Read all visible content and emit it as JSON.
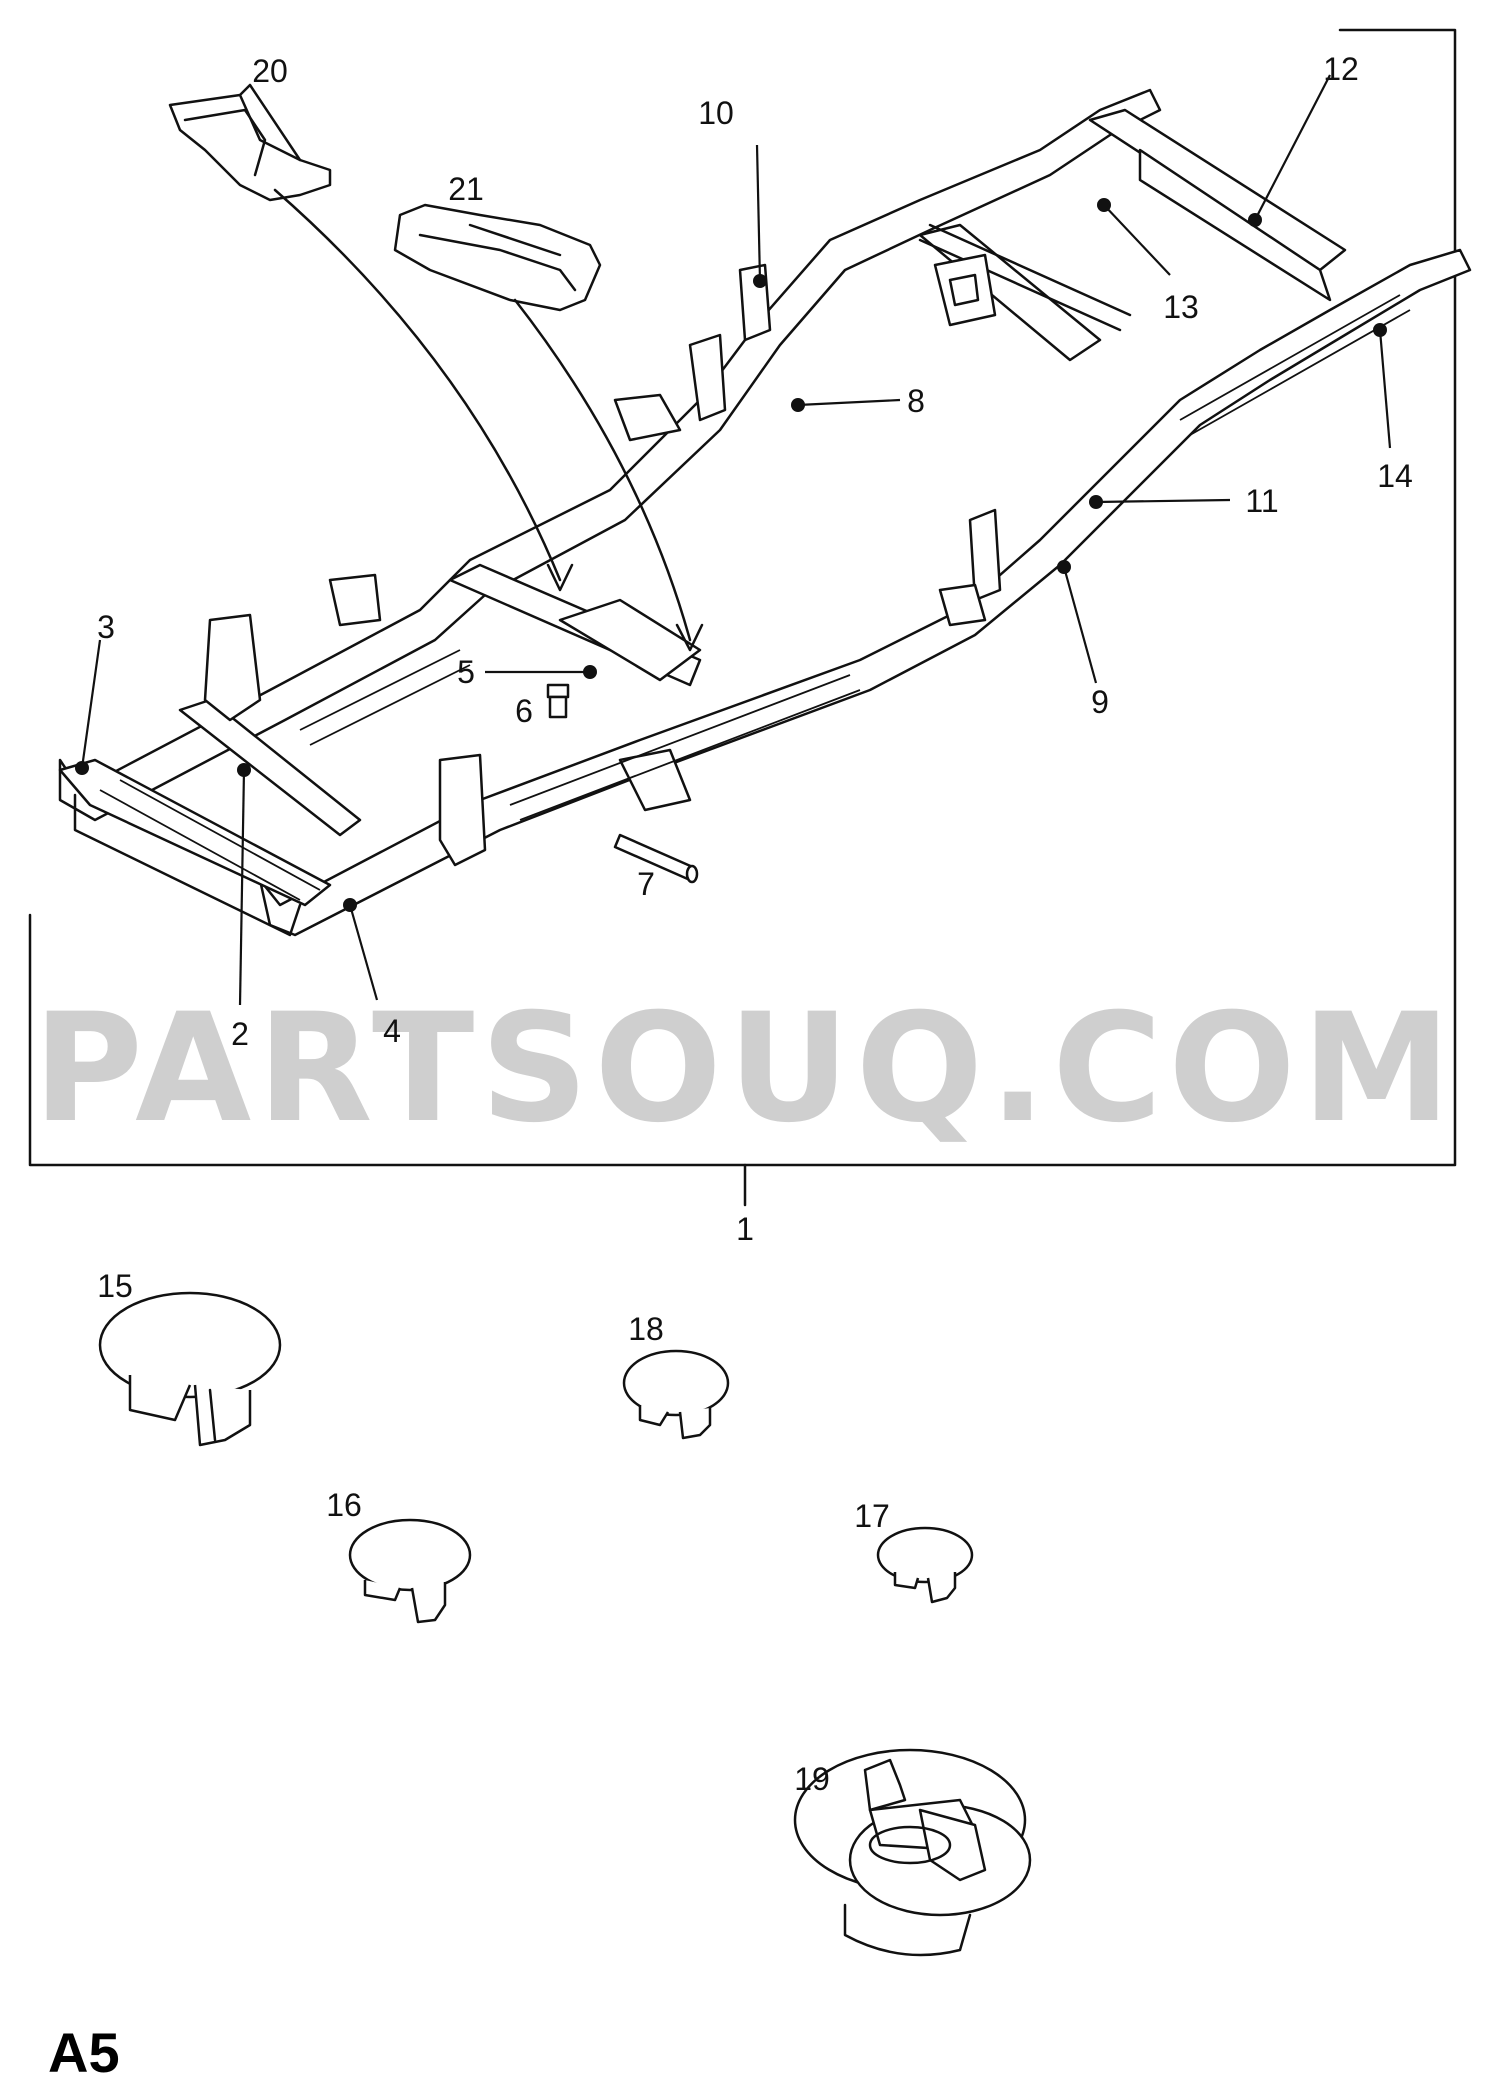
{
  "sheet_label": "A5",
  "watermark": "PARTSOUQ.COM",
  "callouts": {
    "c1": "1",
    "c2": "2",
    "c3": "3",
    "c4": "4",
    "c5": "5",
    "c6": "6",
    "c7": "7",
    "c8": "8",
    "c9": "9",
    "c10": "10",
    "c11": "11",
    "c12": "12",
    "c13": "13",
    "c14": "14",
    "c15": "15",
    "c16": "16",
    "c17": "17",
    "c18": "18",
    "c19": "19",
    "c20": "20",
    "c21": "21"
  }
}
